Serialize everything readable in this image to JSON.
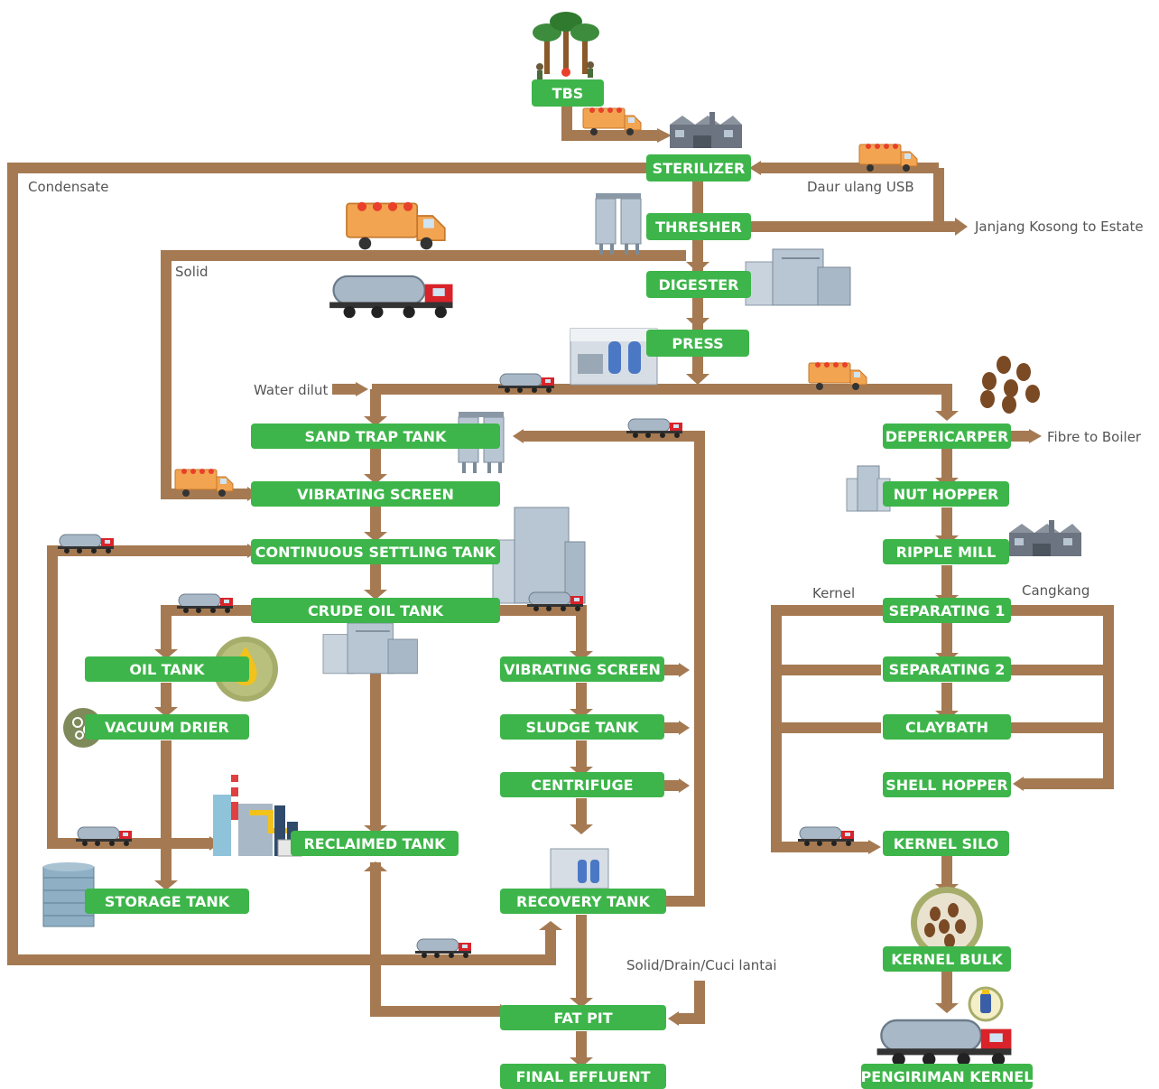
{
  "colors": {
    "pipe": "#a57a52",
    "node": "#3db54a",
    "label": "#555555",
    "truck_red": "#d9232a",
    "truck_orange": "#f2a451",
    "tank_steel": "#a9b8c6"
  },
  "nodes": {
    "tbs": "TBS",
    "sterilizer": "STERILIZER",
    "thresher": "THRESHER",
    "digester": "DIGESTER",
    "press": "PRESS",
    "sand_trap_tank": "SAND TRAP TANK",
    "vibrating_screen_1": "VIBRATING SCREEN",
    "continuous_settling_tank": "CONTINUOUS SETTLING TANK",
    "crude_oil_tank": "CRUDE OIL TANK",
    "oil_tank": "OIL TANK",
    "vacuum_drier": "VACUUM DRIER",
    "reclaimed_tank": "RECLAIMED TANK",
    "storage_tank": "STORAGE TANK",
    "vibrating_screen_2": "VIBRATING SCREEN",
    "sludge_tank": "SLUDGE TANK",
    "centrifuge": "CENTRIFUGE",
    "recovery_tank": "RECOVERY TANK",
    "fat_pit": "FAT PIT",
    "final_effluent": "FINAL EFFLUENT",
    "depericarper": "DEPERICARPER",
    "nut_hopper": "NUT HOPPER",
    "ripple_mill": "RIPPLE MILL",
    "separating_1": "SEPARATING 1",
    "separating_2": "SEPARATING 2",
    "claybath": "CLAYBATH",
    "shell_hopper": "SHELL HOPPER",
    "kernel_silo": "KERNEL SILO",
    "kernel_bulk": "KERNEL BULK",
    "pengiriman_kernel": "PENGIRIMAN KERNEL"
  },
  "labels": {
    "condensate": "Condensate",
    "daur_ulang_usb": "Daur ulang USB",
    "janjang_kosong": "Janjang Kosong to Estate",
    "solid": "Solid",
    "water_dilut": "Water dilut",
    "fibre_to_boiler": "Fibre to Boiler",
    "kernel": "Kernel",
    "cangkang": "Cangkang",
    "solid_drain": "Solid/Drain/Cuci lantai"
  }
}
